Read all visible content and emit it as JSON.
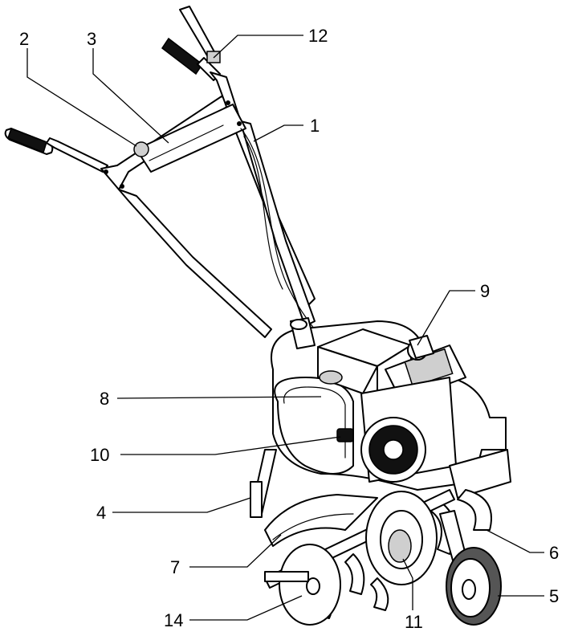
{
  "callouts": [
    {
      "id": "1",
      "label": "1"
    },
    {
      "id": "2",
      "label": "2"
    },
    {
      "id": "3",
      "label": "3"
    },
    {
      "id": "4",
      "label": "4"
    },
    {
      "id": "5",
      "label": "5"
    },
    {
      "id": "6",
      "label": "6"
    },
    {
      "id": "7",
      "label": "7"
    },
    {
      "id": "8",
      "label": "8"
    },
    {
      "id": "9",
      "label": "9"
    },
    {
      "id": "10",
      "label": "10"
    },
    {
      "id": "11",
      "label": "11"
    },
    {
      "id": "12",
      "label": "12"
    },
    {
      "id": "14",
      "label": "14"
    }
  ]
}
